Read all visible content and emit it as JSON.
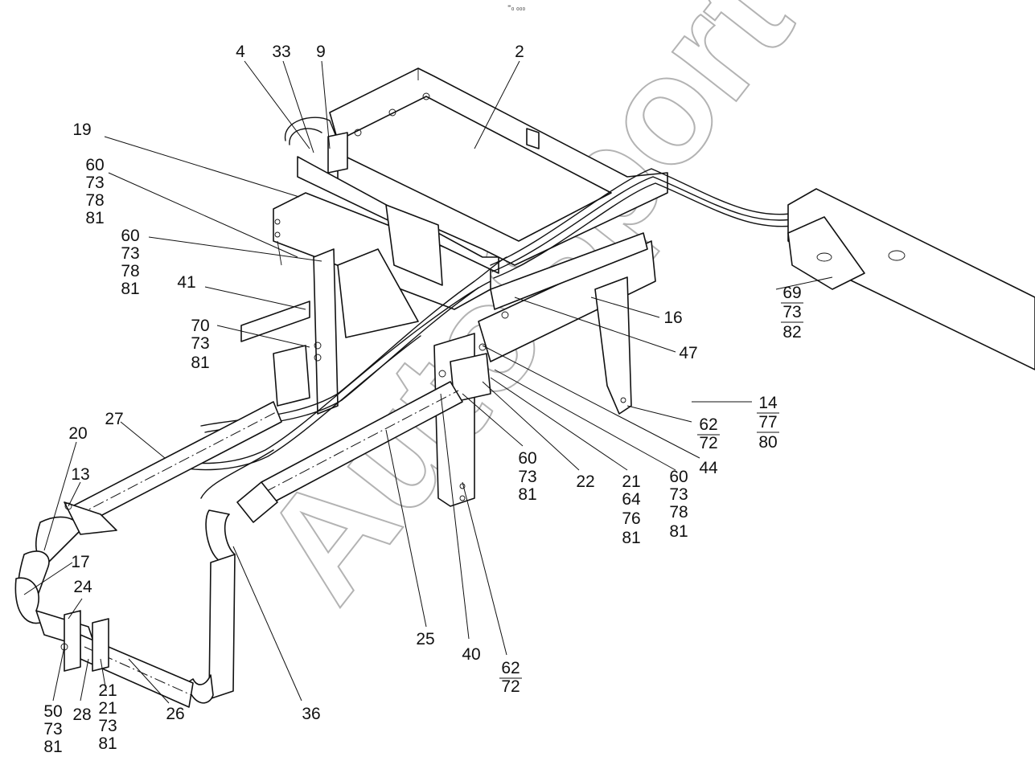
{
  "header_mark": "⁼₀ ₀₀₀",
  "watermark": "AutoSport",
  "callouts": {
    "c2": "2",
    "c4": "4",
    "c33": "33",
    "c9": "9",
    "c19": "19",
    "c60a": [
      "60",
      "73",
      "78",
      "81"
    ],
    "c60b": [
      "60",
      "73",
      "78",
      "81"
    ],
    "c41": "41",
    "c70": [
      "70",
      "73",
      "81"
    ],
    "c27": "27",
    "c20": "20",
    "c13": "13",
    "c17": "17",
    "c24": "24",
    "c50": [
      "50",
      "73",
      "81"
    ],
    "c28": "28",
    "c21b": [
      "21",
      "73",
      "81"
    ],
    "c26": "26",
    "c36": "36",
    "c25": "25",
    "c40": "40",
    "c62a": [
      "62",
      "72"
    ],
    "c60c": [
      "60",
      "73",
      "81"
    ],
    "c22": "22",
    "c21a": [
      "21",
      "64",
      "76",
      "81"
    ],
    "c60d": [
      "60",
      "73",
      "78",
      "81"
    ],
    "c44": "44",
    "c62b": [
      "62",
      "72"
    ],
    "c14": [
      "14",
      "77",
      "80"
    ],
    "c47": "47",
    "c16": "16",
    "c69": [
      "69",
      "73",
      "82"
    ]
  }
}
